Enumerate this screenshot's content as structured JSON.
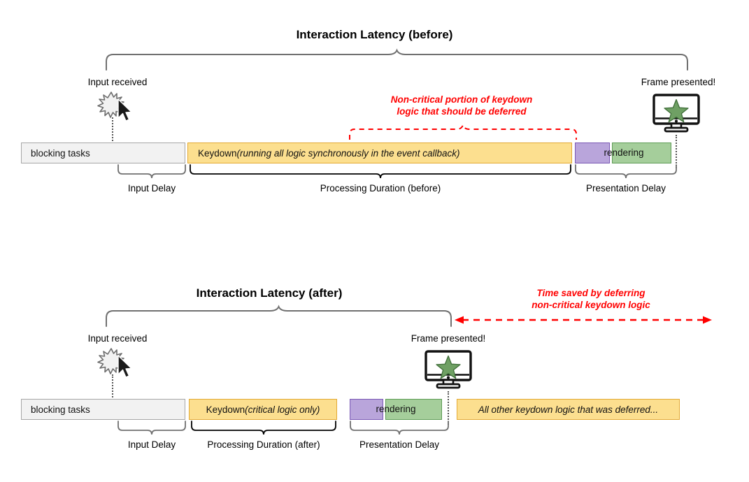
{
  "diagram": {
    "title_context": "Interaction Latency comparison before and after deferring non-critical keydown logic",
    "colors": {
      "keydown_fill": "#fcdf8f",
      "keydown_border": "#e3a933",
      "blocking_fill": "#f2f2f2",
      "blocking_border": "#a6a6a6",
      "rendering_purple_fill": "#b9a5db",
      "rendering_purple_border": "#7a58b5",
      "rendering_green_fill": "#a5ce9b",
      "rendering_green_border": "#5e9c55",
      "annotation_red": "#ff0000",
      "brace_gray": "#707070",
      "brace_black": "#000000"
    }
  },
  "panel_before": {
    "title": "Interaction Latency (before)",
    "input_marker_label": "Input received",
    "frame_marker_label": "Frame presented!",
    "annotation_line1": "Non-critical portion of keydown",
    "annotation_line2": "logic that should be deferred",
    "bars": {
      "blocking": "blocking tasks",
      "keydown_main": "Keydown ",
      "keydown_italic": "(running all logic synchronously in the event callback)",
      "rendering": "rendering"
    },
    "braces": {
      "input_delay": "Input Delay",
      "processing_duration": "Processing Duration (before)",
      "presentation_delay": "Presentation Delay"
    }
  },
  "panel_after": {
    "title": "Interaction Latency (after)",
    "input_marker_label": "Input received",
    "frame_marker_label": "Frame presented!",
    "annotation_line1": "Time saved by deferring",
    "annotation_line2": "non-critical keydown logic",
    "bars": {
      "blocking": "blocking tasks",
      "keydown_main": "Keydown ",
      "keydown_italic": "(critical logic only)",
      "rendering": "rendering",
      "deferred": "All other keydown logic that was deferred..."
    },
    "braces": {
      "input_delay": "Input Delay",
      "processing_duration": "Processing Duration (after)",
      "presentation_delay": "Presentation Delay"
    }
  },
  "icons": {
    "input_burst": "burst-star-icon",
    "cursor": "mouse-cursor-icon",
    "monitor": "monitor-with-star-icon"
  }
}
